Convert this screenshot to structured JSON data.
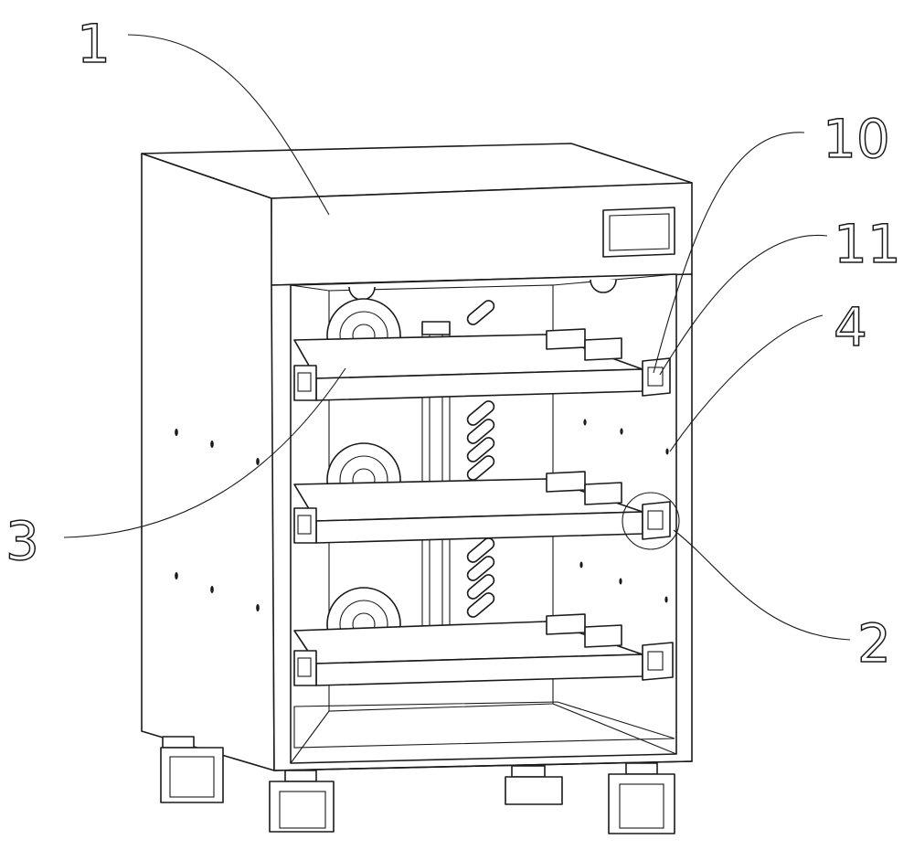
{
  "labels": {
    "cabinet": "1",
    "clamp_detail": "2",
    "shelf": "3",
    "side_panel": "4",
    "bracket": "10",
    "fastener": "11"
  }
}
